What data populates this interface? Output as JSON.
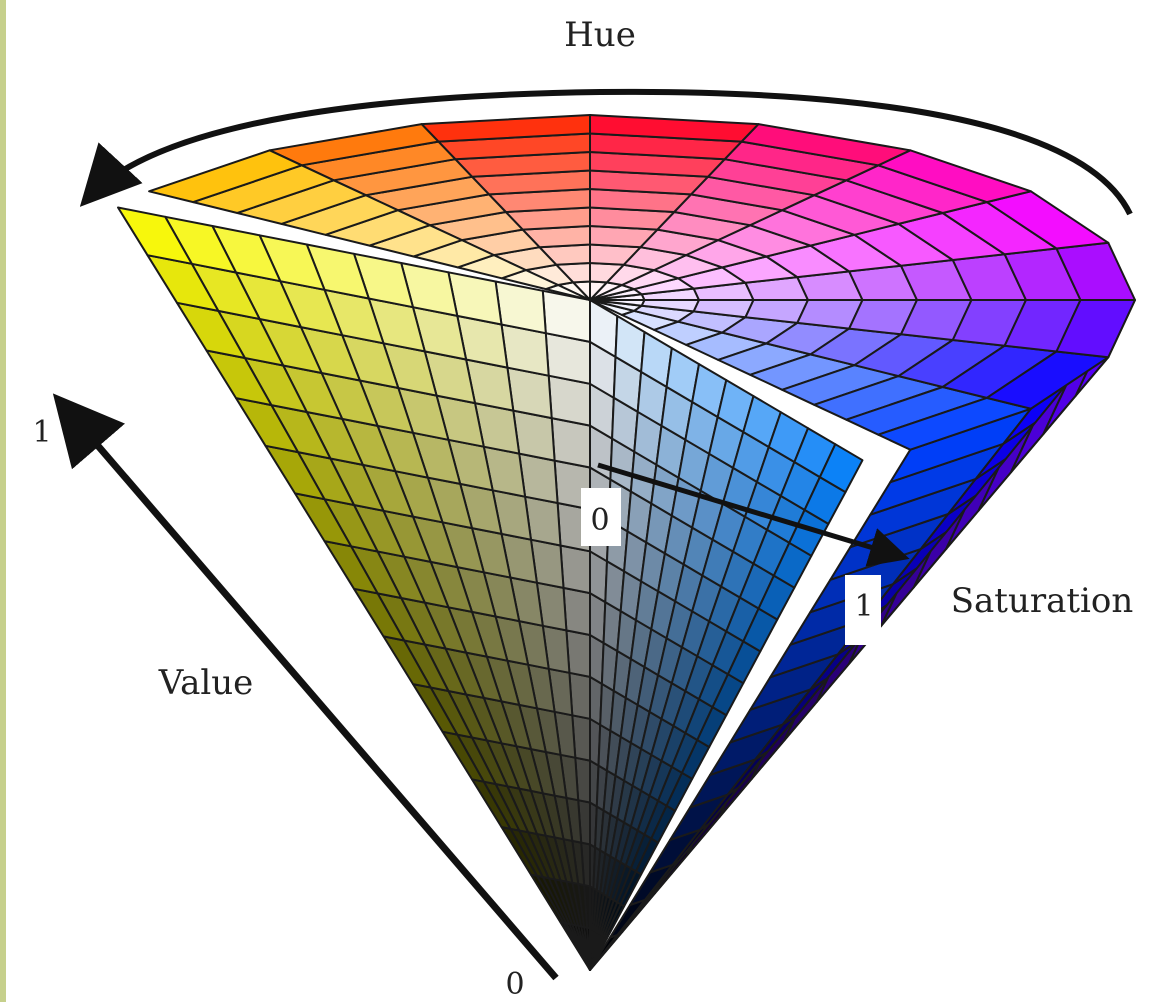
{
  "diagram": {
    "labels": {
      "hue": "Hue",
      "value": "Value",
      "value_top": "1",
      "value_bottom": "0",
      "saturation": "Saturation",
      "saturation_start": "0",
      "saturation_end": "1"
    },
    "colors": {
      "background": "#ffffff",
      "frame": "#c6d08c",
      "arrow": "#111111",
      "grid": "#1a1a1a"
    }
  }
}
